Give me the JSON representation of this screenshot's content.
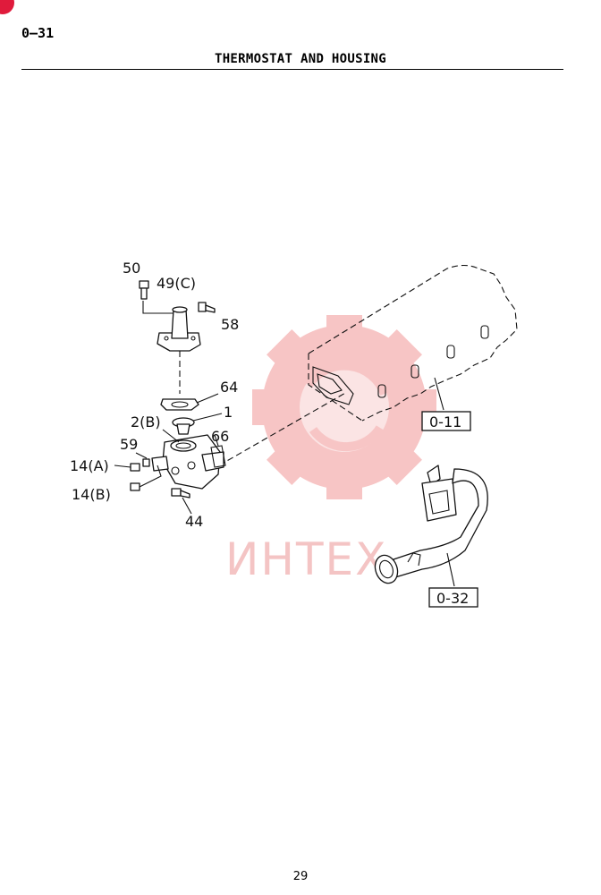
{
  "header": {
    "section_code": "0—31",
    "title": "THERMOSTAT AND HOUSING"
  },
  "diagram": {
    "callouts": [
      {
        "id": "label-50",
        "text": "50"
      },
      {
        "id": "label-49c",
        "text": "49(C)"
      },
      {
        "id": "label-58",
        "text": "58"
      },
      {
        "id": "label-64",
        "text": "64"
      },
      {
        "id": "label-1",
        "text": "1"
      },
      {
        "id": "label-2b",
        "text": "2(B)"
      },
      {
        "id": "label-66",
        "text": "66"
      },
      {
        "id": "label-59",
        "text": "59"
      },
      {
        "id": "label-14a",
        "text": "14(A)"
      },
      {
        "id": "label-14b",
        "text": "14(B)"
      },
      {
        "id": "label-44",
        "text": "44"
      }
    ],
    "references": [
      {
        "id": "ref-0-11",
        "text": "0-11"
      },
      {
        "id": "ref-0-32",
        "text": "0-32"
      }
    ],
    "watermark": {
      "text": "ИНТЕХ",
      "color": "#f2a0a0"
    }
  },
  "footer": {
    "page_number": "29"
  },
  "colors": {
    "badge": "#e01b3c",
    "ink": "#111111",
    "watermark": "#f4b1b1"
  }
}
